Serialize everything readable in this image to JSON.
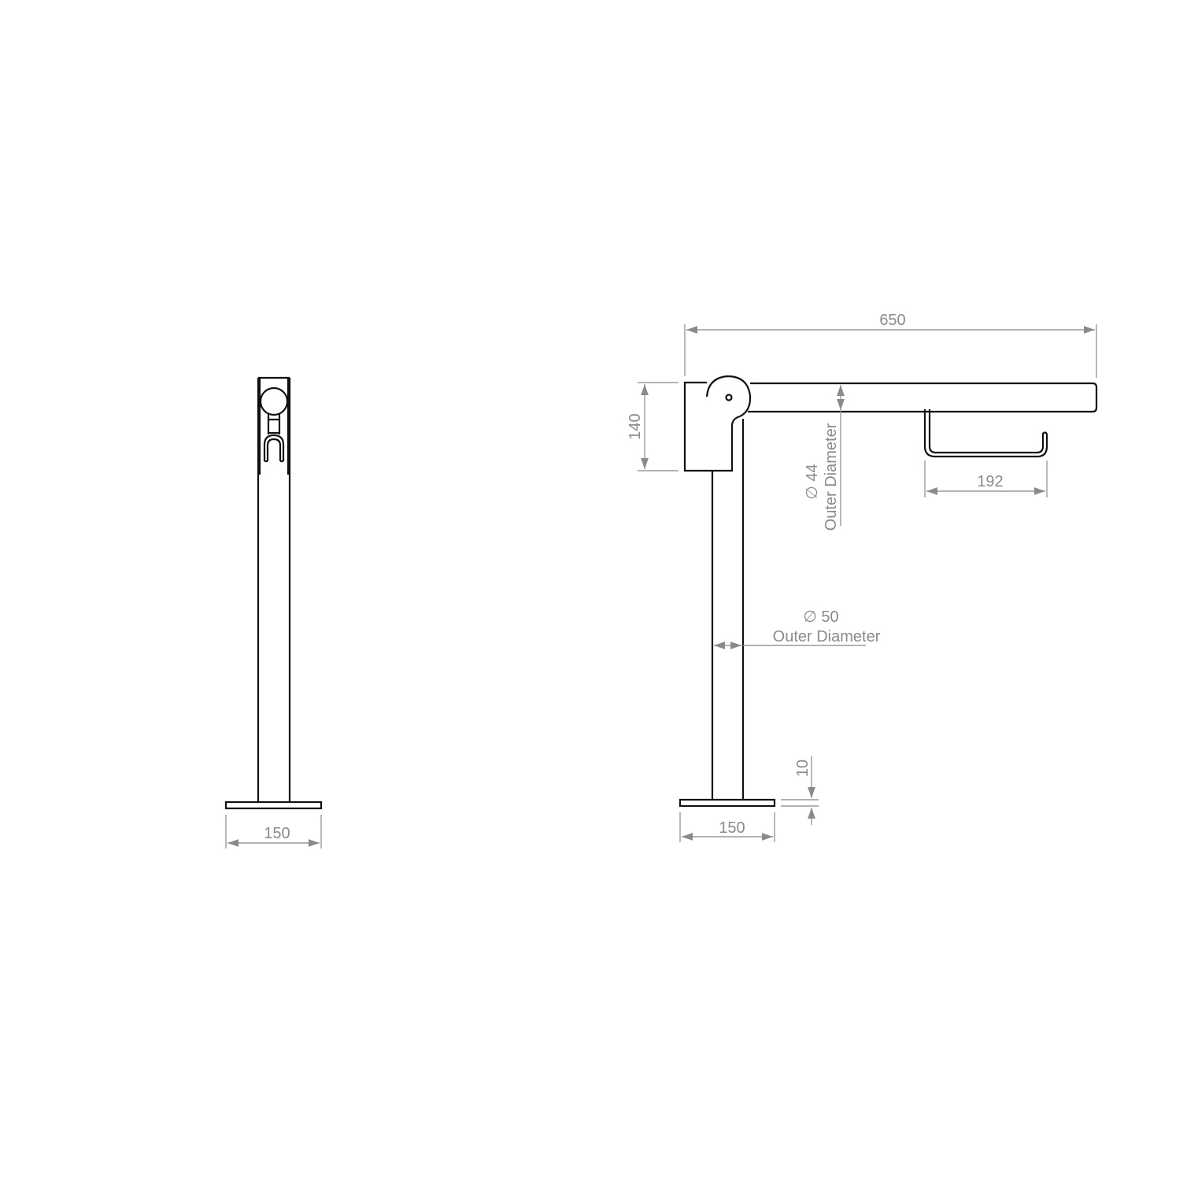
{
  "drawing": {
    "title": "Floor-mounted hinged support rail with toilet roll holder - technical drawing",
    "colors": {
      "object_line": "#111111",
      "dimension_line": "#9a9a9a",
      "dimension_text": "#8a8a8a",
      "background": "#ffffff"
    },
    "views": [
      {
        "name": "side-view",
        "dimensions": {
          "base_width": "150"
        }
      },
      {
        "name": "front-view",
        "dimensions": {
          "overall_length": "650",
          "bracket_height": "140",
          "rail_diameter_value": "∅ 44",
          "rail_diameter_label": "Outer Diameter",
          "post_diameter_value": "∅ 50",
          "post_diameter_label": "Outer Diameter",
          "roll_holder_width": "192",
          "base_thickness": "10",
          "base_width": "150"
        }
      }
    ]
  }
}
